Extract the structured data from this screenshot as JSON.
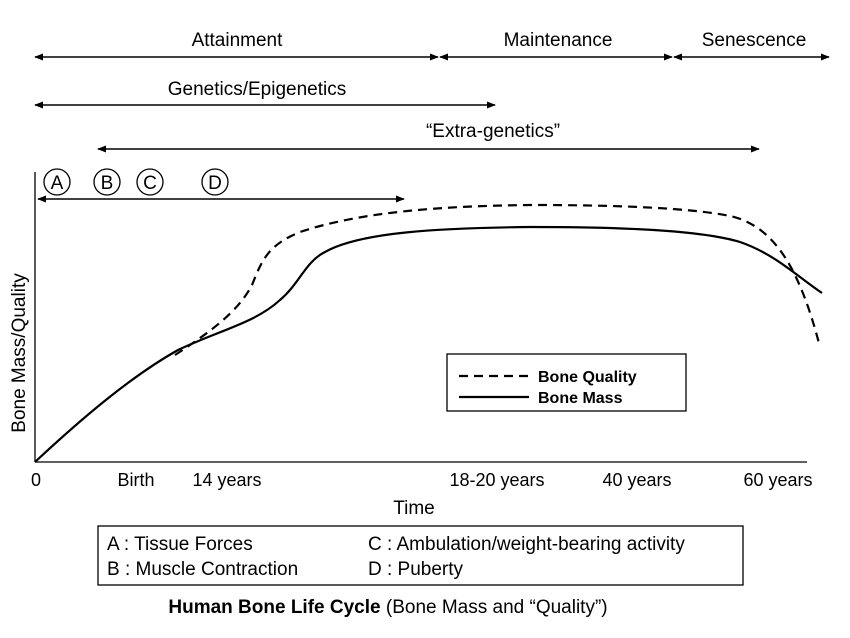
{
  "chart_data": {
    "type": "line",
    "xlabel": "Time",
    "ylabel": "Bone Mass/Quality",
    "x_ticks": [
      "0",
      "Birth",
      "14 years",
      "18-20 years",
      "40 years",
      "60 years"
    ],
    "periods": [
      {
        "label": "Attainment"
      },
      {
        "label": "Maintenance"
      },
      {
        "label": "Senescence"
      }
    ],
    "influences": [
      {
        "label": "Genetics/Epigenetics"
      },
      {
        "label": "“Extra-genetics”"
      }
    ],
    "markers": [
      "A",
      "B",
      "C",
      "D"
    ],
    "series": [
      {
        "name": "Bone Quality",
        "style": "dashed",
        "color": "#000000"
      },
      {
        "name": "Bone Mass",
        "style": "solid",
        "color": "#000000"
      }
    ],
    "legend_position": "center-right",
    "grid": false
  },
  "key": {
    "items": [
      "A : Tissue Forces",
      "B : Muscle Contraction",
      "C : Ambulation/weight-bearing activity",
      "D : Puberty"
    ]
  },
  "caption": {
    "bold": "Human Bone Life Cycle",
    "rest": " (Bone Mass and “Quality”)"
  }
}
